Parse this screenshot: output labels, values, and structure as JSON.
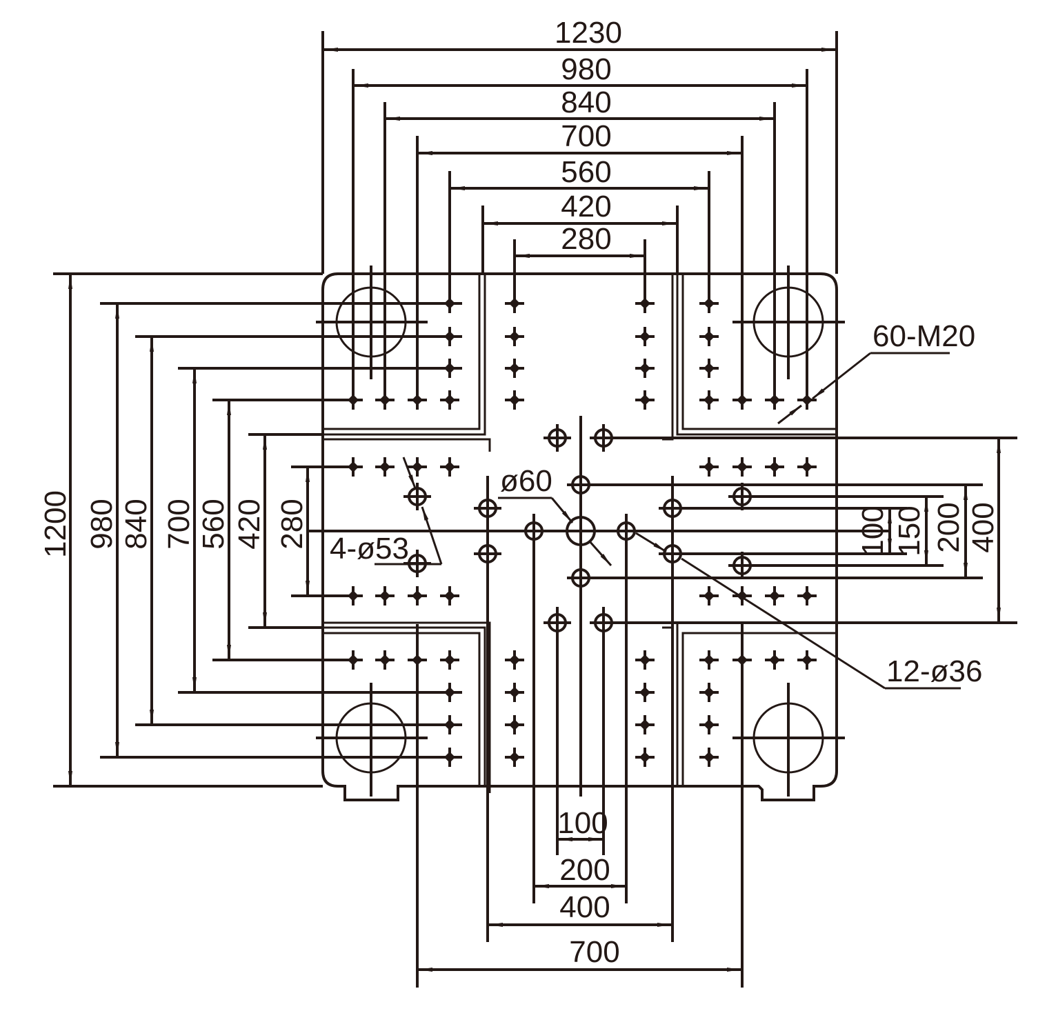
{
  "colors": {
    "line": "#231815",
    "background": "#ffffff"
  },
  "top_dimensions": [
    "1230",
    "980",
    "840",
    "700",
    "560",
    "420",
    "280"
  ],
  "left_dimensions": [
    "1200",
    "980",
    "840",
    "700",
    "560",
    "420",
    "280"
  ],
  "right_dimensions": [
    "100",
    "150",
    "200",
    "400"
  ],
  "bottom_dimensions": [
    "100",
    "200",
    "400",
    "700"
  ],
  "callouts": {
    "tapped_holes": "60-M20",
    "through_holes": "12-ø36",
    "tie_bar_holes": "4-ø53",
    "center_hole": "ø60"
  }
}
